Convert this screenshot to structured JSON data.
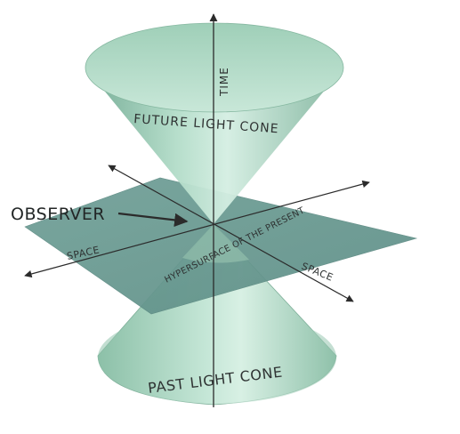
{
  "labels": {
    "time": "TIME",
    "future_cone": "FUTURE LIGHT CONE",
    "observer": "OBSERVER",
    "space_left": "SPACE",
    "space_right": "SPACE",
    "hypersurface": "HYPERSURFACE OF THE PRESENT",
    "past_cone": "PAST LIGHT CONE"
  },
  "colors": {
    "cone_fill": "#a9d7c2",
    "cone_light": "#cdeadc",
    "cone_dark": "#5f9a83",
    "plane_fill": "#6e9e96",
    "axis": "#2b2b2b"
  }
}
